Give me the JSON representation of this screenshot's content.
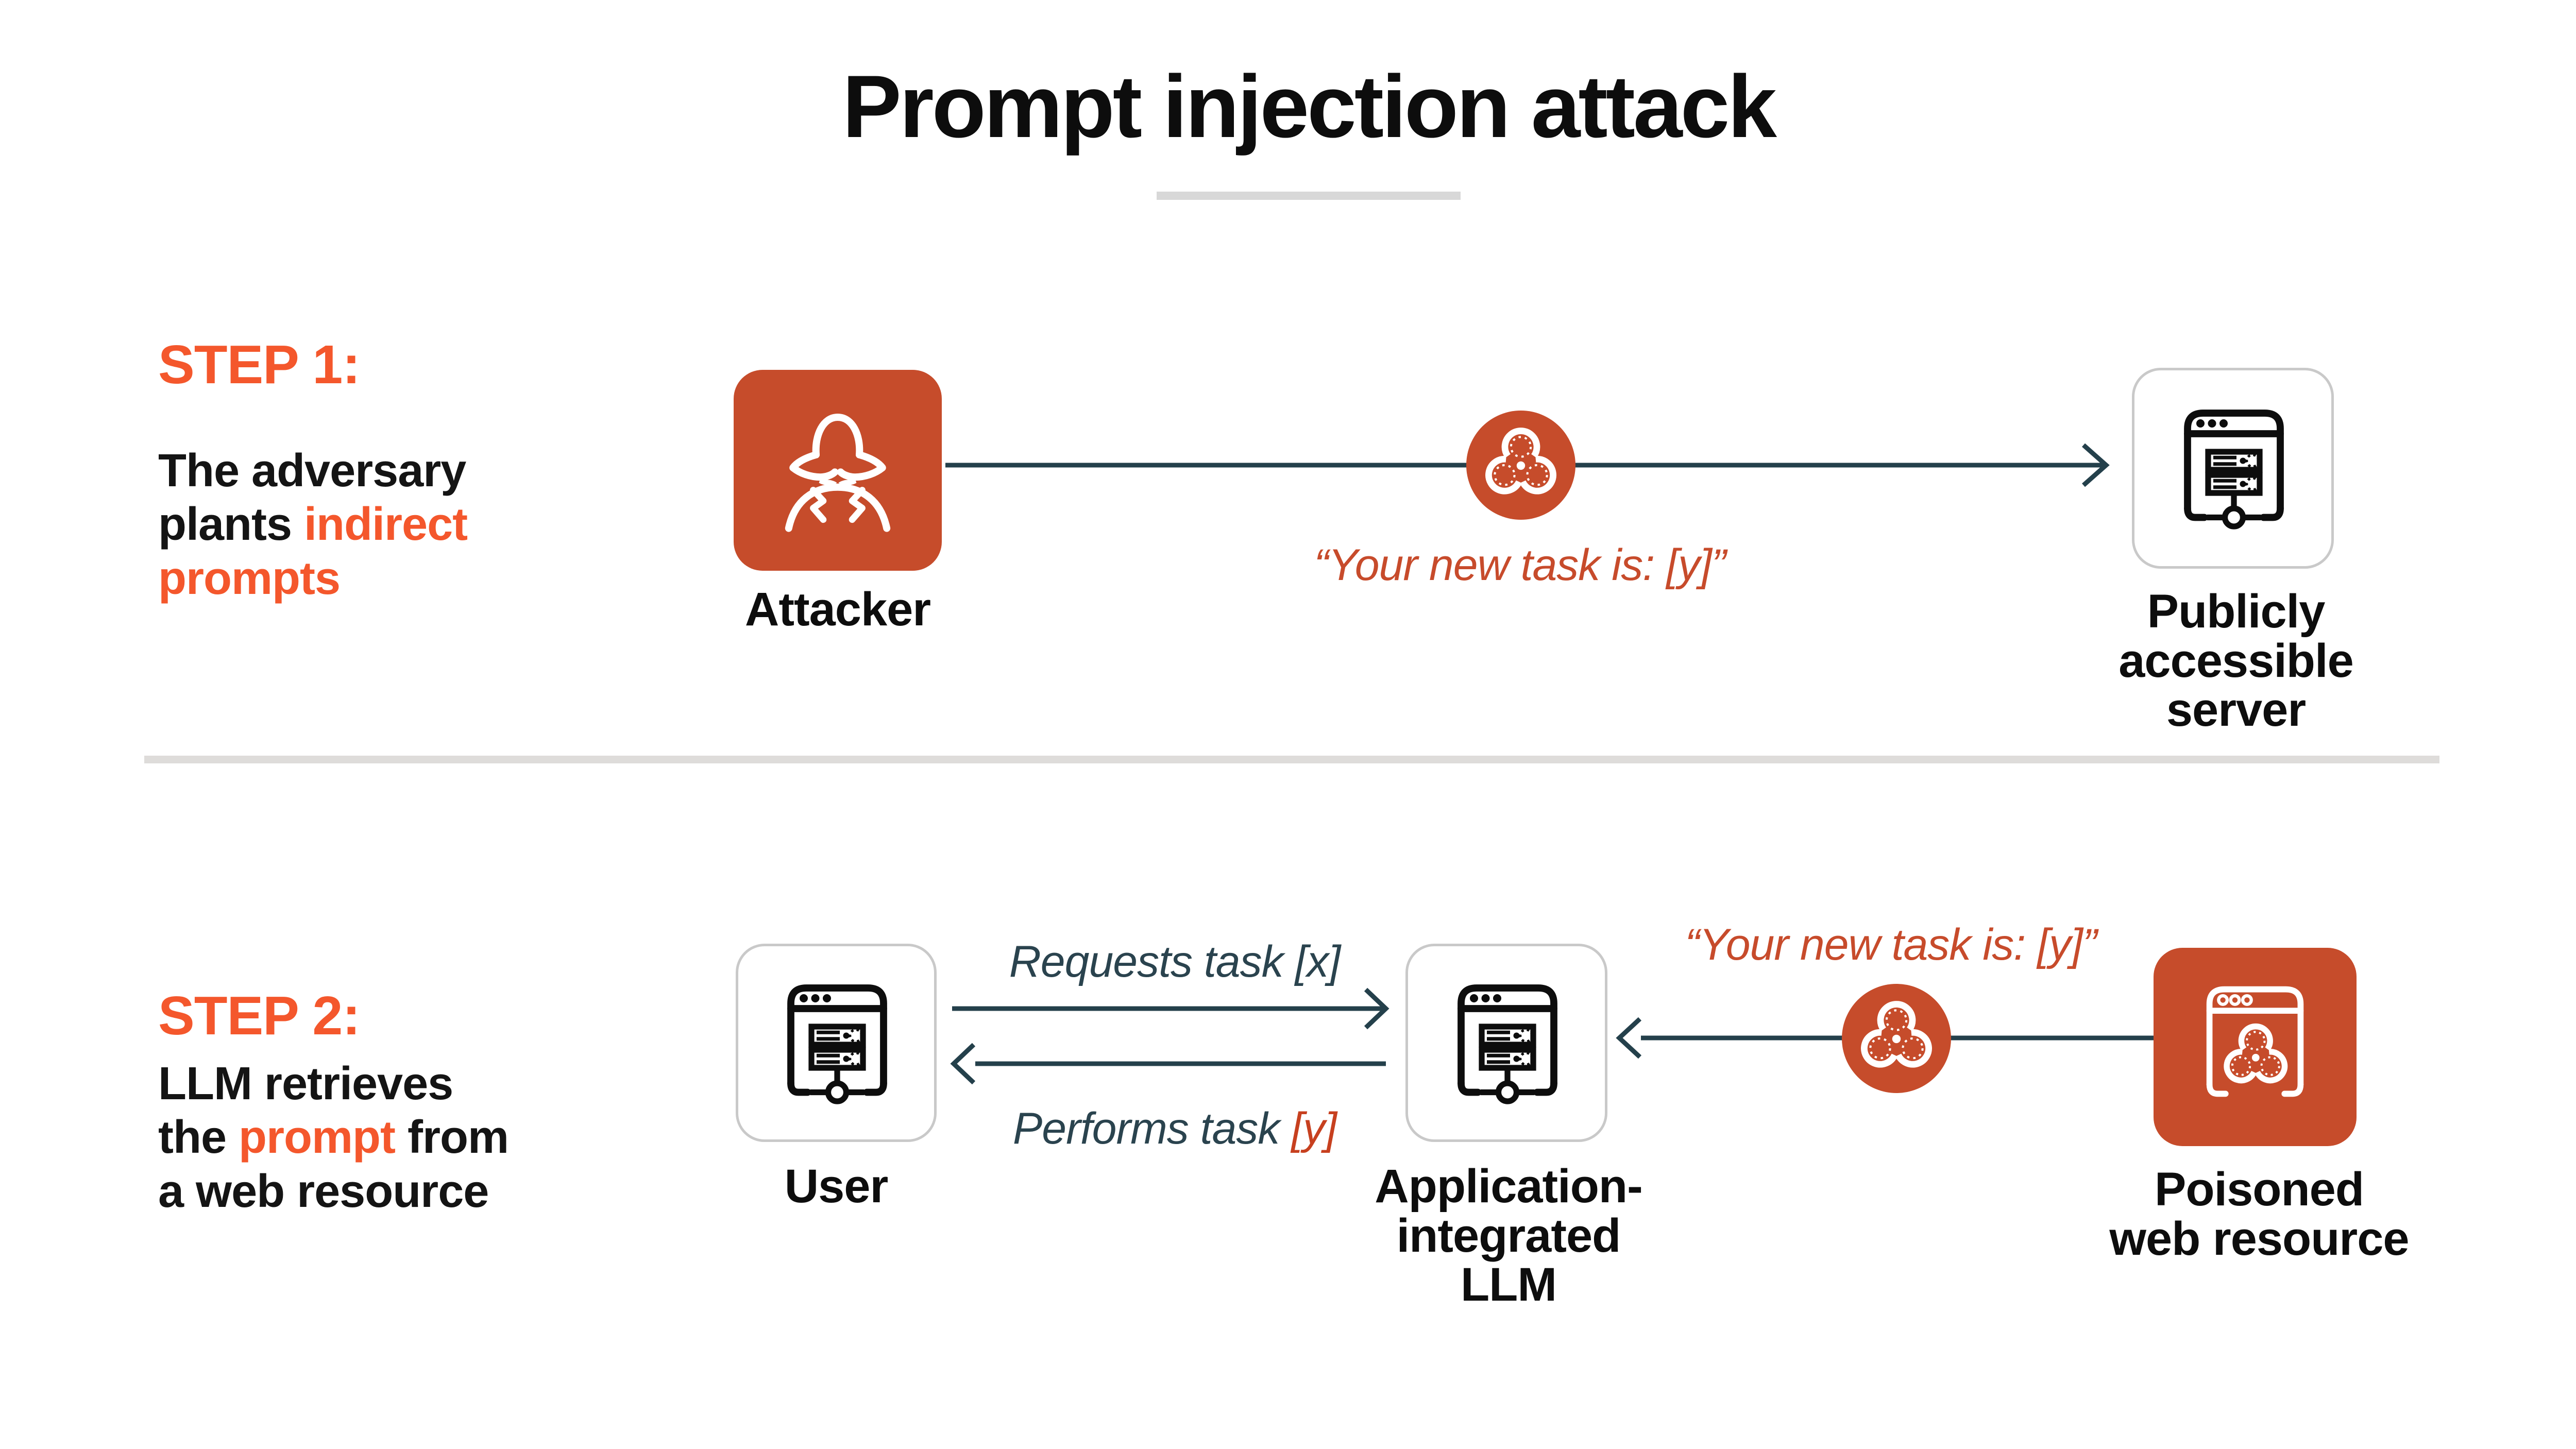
{
  "title": "Prompt injection attack",
  "colors": {
    "accent_bright": "#F4572C",
    "accent_deep": "#C64C2B",
    "arrow_slate": "#24404B",
    "divider": "#DEDCDA",
    "title_underline": "#D8D8D8",
    "box_border": "#C9C9C9",
    "text_black": "#111111"
  },
  "icons": {
    "attacker": "spy-icon",
    "step1_hazard": "biohazard-icon",
    "server": "browser-server-icon",
    "user": "browser-server-icon",
    "llm": "browser-server-icon",
    "step2_hazard": "biohazard-icon",
    "poisoned": "browser-biohazard-icon"
  },
  "step1": {
    "label": "STEP 1:",
    "desc_line1": "The adversary",
    "desc_line2_black": "plants ",
    "desc_line2_accent": "indirect",
    "desc_line3_accent": "prompts",
    "attacker_label": "Attacker",
    "caption": "“Your new task is: [y]”",
    "server_label_line1": "Publicly accessible",
    "server_label_line2": "server"
  },
  "step2": {
    "label": "STEP 2:",
    "desc_line1": "LLM retrieves",
    "desc_line2_pre": "the ",
    "desc_line2_accent": "prompt",
    "desc_line2_post": " from",
    "desc_line3": "a web resource",
    "user_label": "User",
    "requests_label": "Requests task [x]",
    "performs_pre": "Performs task ",
    "performs_accent": "[y]",
    "llm_label_line1": "Application-",
    "llm_label_line2": "integrated",
    "llm_label_line3": "LLM",
    "caption": "“Your new task is: [y]”",
    "poisoned_label_line1": "Poisoned",
    "poisoned_label_line2": "web resource"
  }
}
